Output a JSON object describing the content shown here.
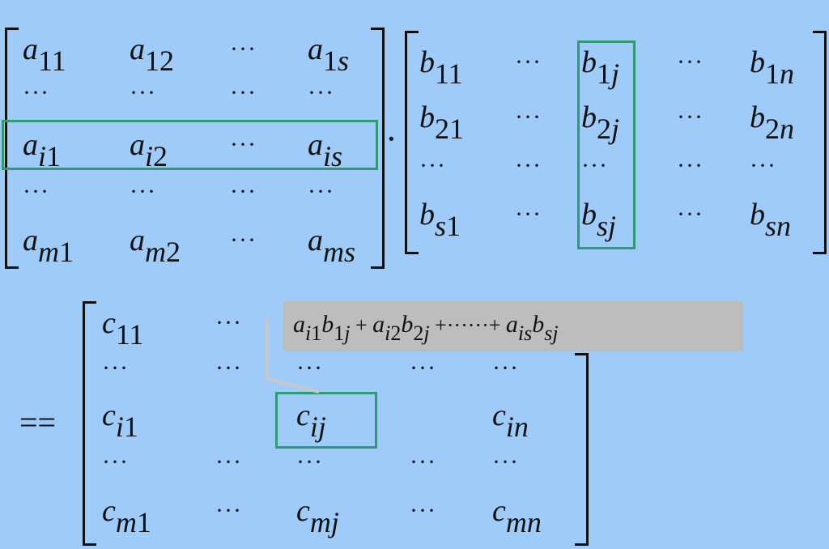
{
  "matrix_a": {
    "rows": [
      [
        {
          "b": "a",
          "s": "11"
        },
        {
          "b": "a",
          "s": "12"
        },
        {
          "d": "···"
        },
        {
          "b": "a",
          "s": "1s"
        }
      ],
      [
        {
          "d": "···"
        },
        {
          "d": "···"
        },
        {
          "d": "···"
        },
        {
          "d": "···"
        }
      ],
      [
        {
          "b": "a",
          "s": "i1"
        },
        {
          "b": "a",
          "s": "i2"
        },
        {
          "d": "···"
        },
        {
          "b": "a",
          "s": "is"
        }
      ],
      [
        {
          "d": "···"
        },
        {
          "d": "···"
        },
        {
          "d": "···"
        },
        {
          "d": "···"
        }
      ],
      [
        {
          "b": "a",
          "s": "m1"
        },
        {
          "b": "a",
          "s": "m2"
        },
        {
          "d": "···"
        },
        {
          "b": "a",
          "s": "ms"
        }
      ]
    ]
  },
  "dot_operator": "·",
  "matrix_b": {
    "rows": [
      [
        {
          "b": "b",
          "s": "11"
        },
        {
          "d": "···"
        },
        {
          "b": "b",
          "s": "1j"
        },
        {
          "d": "···"
        },
        {
          "b": "b",
          "s": "1n"
        }
      ],
      [
        {
          "b": "b",
          "s": "21"
        },
        {
          "d": "···"
        },
        {
          "b": "b",
          "s": "2j"
        },
        {
          "d": "···"
        },
        {
          "b": "b",
          "s": "2n"
        }
      ],
      [
        {
          "d": "···"
        },
        {
          "d": "···"
        },
        {
          "d": "···"
        },
        {
          "d": "···"
        },
        {
          "d": "···"
        }
      ],
      [
        {
          "b": "b",
          "s": "s1"
        },
        {
          "d": "···"
        },
        {
          "b": "b",
          "s": "sj"
        },
        {
          "d": "···"
        },
        {
          "b": "b",
          "s": "sn"
        }
      ]
    ]
  },
  "equals_sign": "==",
  "matrix_c": {
    "rows": [
      [
        {
          "b": "c",
          "s": "11"
        },
        {
          "d": "···"
        },
        {
          "e": ""
        },
        {
          "e": ""
        },
        {
          "e": ""
        }
      ],
      [
        {
          "d": "···"
        },
        {
          "d": "···"
        },
        {
          "d": "···"
        },
        {
          "d": "···"
        },
        {
          "d": "···"
        }
      ],
      [
        {
          "b": "c",
          "s": "i1"
        },
        {
          "e": ""
        },
        {
          "b": "c",
          "s": "ij"
        },
        {
          "e": ""
        },
        {
          "b": "c",
          "s": "in"
        }
      ],
      [
        {
          "d": "···"
        },
        {
          "d": "···"
        },
        {
          "d": "···"
        },
        {
          "d": "···"
        },
        {
          "d": "···"
        }
      ],
      [
        {
          "b": "c",
          "s": "m1"
        },
        {
          "d": "···"
        },
        {
          "b": "c",
          "s": "mj"
        },
        {
          "d": "···"
        },
        {
          "b": "c",
          "s": "mn"
        }
      ]
    ]
  },
  "callout": {
    "terms": [
      {
        "b": "a",
        "s": "i1"
      },
      {
        "b": "b",
        "s": "1j"
      },
      {
        "op": " + "
      },
      {
        "b": "a",
        "s": "i2"
      },
      {
        "b": "b",
        "s": "2j"
      },
      {
        "op": " +······+ "
      },
      {
        "b": "a",
        "s": "is"
      },
      {
        "b": "b",
        "s": "sj"
      }
    ]
  },
  "colors": {
    "background": "#9ecbf7",
    "highlight": "#2f9a73",
    "callout_bg": "#bdbdbd",
    "callout_line": "#c8c8c8"
  }
}
